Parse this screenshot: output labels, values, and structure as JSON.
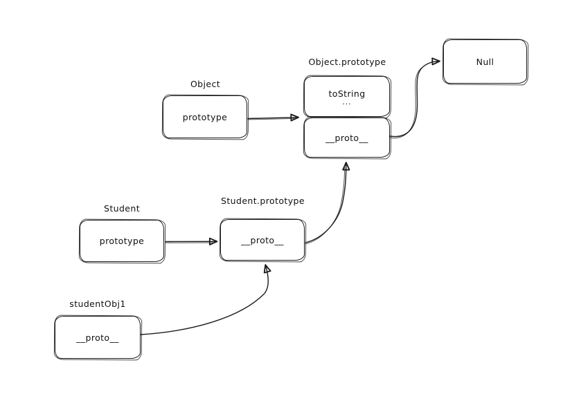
{
  "canvas": {
    "background": "#ffffff",
    "stroke_color": "#1b1b1b"
  },
  "nodes": {
    "object": {
      "title": "Object",
      "field": "prototype"
    },
    "object_prototype": {
      "title": "Object.prototype",
      "method": "toString",
      "more": "...",
      "proto": "__proto__"
    },
    "null": {
      "label": "Null"
    },
    "student": {
      "title": "Student",
      "field": "prototype"
    },
    "student_prototype": {
      "title": "Student.prototype",
      "proto": "__proto__"
    },
    "student_obj1": {
      "title": "studentObj1",
      "proto": "__proto__"
    }
  },
  "edges": [
    {
      "from": "Object.prototype (property)",
      "to": "Object.prototype object"
    },
    {
      "from": "Object.prototype.__proto__",
      "to": "Null"
    },
    {
      "from": "Student.prototype (property)",
      "to": "Student.prototype object"
    },
    {
      "from": "Student.prototype.__proto__",
      "to": "Object.prototype object"
    },
    {
      "from": "studentObj1.__proto__",
      "to": "Student.prototype object"
    }
  ]
}
